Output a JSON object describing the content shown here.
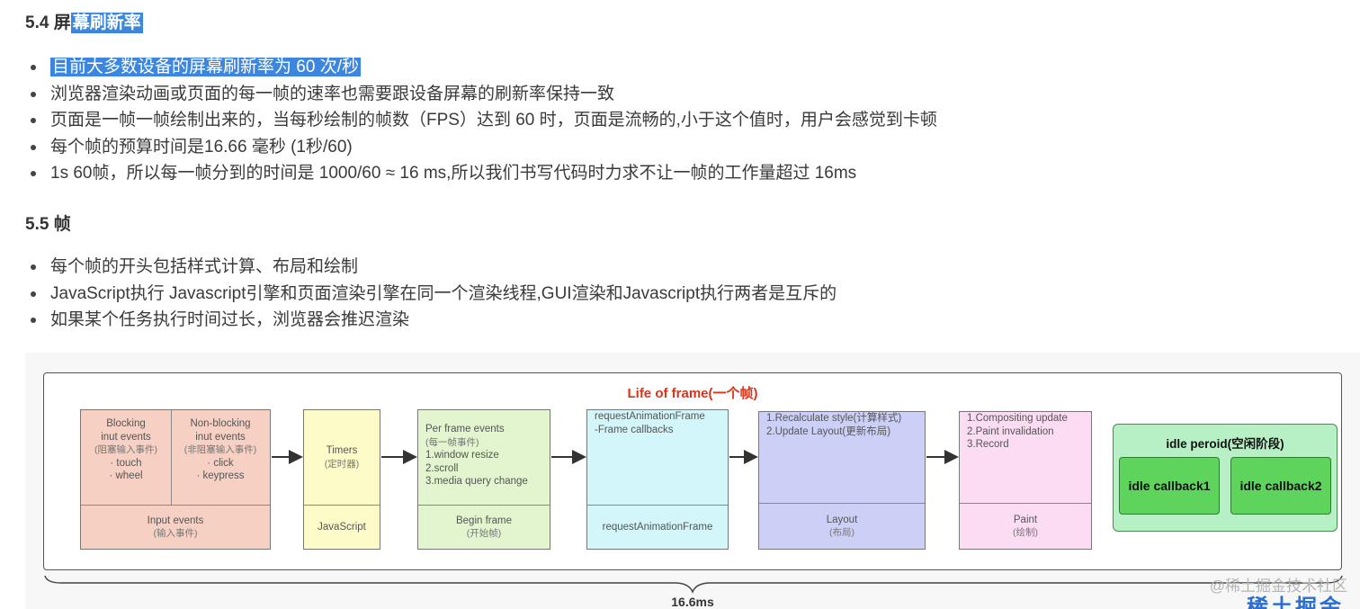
{
  "section1": {
    "num": "5.4 屏",
    "title_hl": "幕刷新率",
    "items": [
      "目前大多数设备的屏幕刷新率为 60 次/秒",
      "浏览器渲染动画或页面的每一帧的速率也需要跟设备屏幕的刷新率保持一致",
      "页面是一帧一帧绘制出来的，当每秒绘制的帧数（FPS）达到 60 时，页面是流畅的,小于这个值时，用户会感觉到卡顿",
      "每个帧的预算时间是16.66 毫秒 (1秒/60)",
      "1s 60帧，所以每一帧分到的时间是 1000/60 ≈ 16 ms,所以我们书写代码时力求不让一帧的工作量超过 16ms"
    ]
  },
  "section2": {
    "title": "5.5 帧",
    "items": [
      "每个帧的开头包括样式计算、布局和绘制",
      "JavaScript执行 Javascript引擎和页面渲染引擎在同一个渲染线程,GUI渲染和Javascript执行两者是互斥的",
      "如果某个任务执行时间过长，浏览器会推迟渲染"
    ]
  },
  "diagram": {
    "title": "Life of frame(一个帧)",
    "input": {
      "blocking": [
        "Blocking",
        "inut events"
      ],
      "blocking_sub": "(阻塞输入事件)",
      "blocking_items": [
        "· touch",
        "· wheel"
      ],
      "nonblocking": [
        "Non-blocking",
        "inut events"
      ],
      "nonblocking_sub": "(非阻塞输入事件)",
      "nonblocking_items": [
        "· click",
        "· keypress"
      ],
      "footer": "Input events",
      "footer_sub": "(输入事件)"
    },
    "timers": {
      "top": "Timers",
      "top_sub": "(定时器)",
      "bottom": "JavaScript"
    },
    "begin": {
      "lines": [
        "Per frame events"
      ],
      "sub": "(每一帧事件)",
      "items": [
        "1.window resize",
        "2.scroll",
        "3.media query change"
      ],
      "footer": "Begin frame",
      "footer_sub": "(开始帧)"
    },
    "raf": {
      "top": [
        "requestAnimationFrame",
        "-Frame callbacks"
      ],
      "bottom": "requestAnimationFrame"
    },
    "layout": {
      "top": [
        "1.Recalculate style(计算样式)",
        "2.Update Layout(更新布局)"
      ],
      "footer": "Layout",
      "footer_sub": "(布局)"
    },
    "paint": {
      "top": [
        "1.Compositing update",
        "2.Paint invalidation",
        "3.Record"
      ],
      "footer": "Paint",
      "footer_sub": "(绘制)"
    },
    "idle": {
      "title": "idle peroid(空闲阶段)",
      "cb1": "idle callback1",
      "cb2": "idle callback2"
    },
    "duration": "16.6ms"
  },
  "colors": {
    "input": "#f7d0c4",
    "timers": "#fdfcc8",
    "begin": "#e2f5cf",
    "raf": "#d2f6fa",
    "layout": "#cdd0f6",
    "paint": "#fbdcf2",
    "idle_bg": "#b8f0c6",
    "idle_cb": "#5fd45c",
    "highlight": "#3c86e0",
    "title_red": "#d9341a"
  },
  "watermark": "@稀土掘金技术社区",
  "logo": "稀土掘金"
}
